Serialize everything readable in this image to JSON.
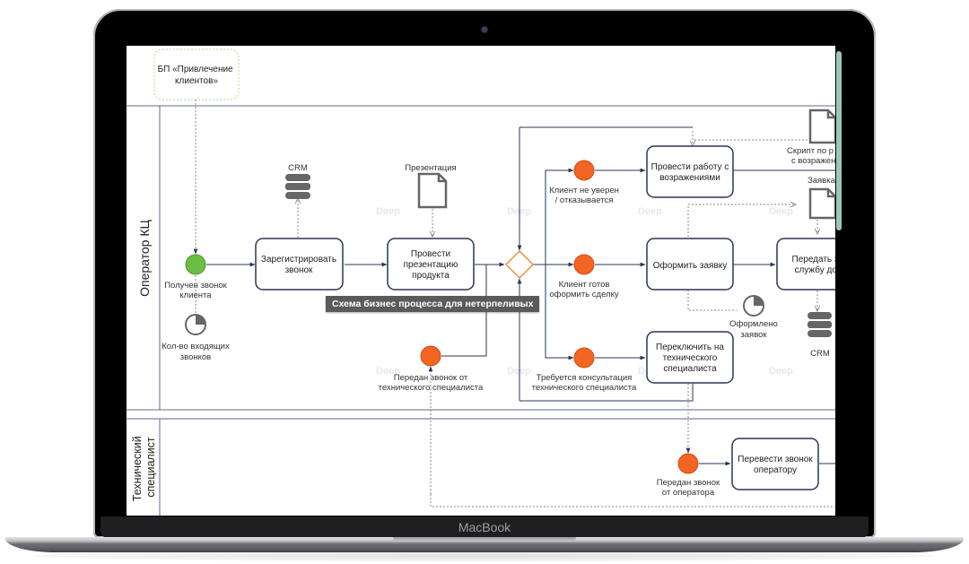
{
  "device": {
    "brand_label": "MacBook"
  },
  "tooltip": {
    "text": "Схема бизнес процесса для нетерпеливых"
  },
  "colors": {
    "lane_line": "#5d6a8c",
    "task_border": "#2b3558",
    "event_orange": "#f26522",
    "event_green": "#6cbd45",
    "gateway_orange": "#e8923a",
    "artifact_gray": "#666666",
    "scrollbar": "#9ec5b9"
  },
  "pool": {
    "external_process": "БП «Привлечение клиентов»",
    "external_process_lines": [
      "БП «Привлечение",
      "клиентов»"
    ],
    "lanes": [
      {
        "label": "Оператор КЦ",
        "lines": [
          "Оператор КЦ"
        ]
      },
      {
        "label": "Технический специалист",
        "lines": [
          "Технический",
          "специалист"
        ]
      }
    ]
  },
  "events": [
    {
      "id": "start",
      "type": "start",
      "lines": [
        "Получен звонок",
        "клиента"
      ]
    },
    {
      "id": "not_sure",
      "type": "intermediate",
      "lines": [
        "Клиент не уверен",
        "/ отказывается"
      ]
    },
    {
      "id": "ready",
      "type": "intermediate",
      "lines": [
        "Клиент готов",
        "оформить сделку"
      ]
    },
    {
      "id": "need_consult",
      "type": "intermediate",
      "lines": [
        "Требуется консультация",
        "технического специалиста"
      ]
    },
    {
      "id": "from_tech",
      "type": "intermediate",
      "lines": [
        "Передан звонок от",
        "технического специалиста"
      ]
    },
    {
      "id": "from_operator",
      "type": "intermediate",
      "lines": [
        "Передан звонок",
        "от оператора"
      ]
    }
  ],
  "tasks": [
    {
      "id": "register",
      "lines": [
        "Зарегистрировать",
        "звонок"
      ]
    },
    {
      "id": "present",
      "lines": [
        "Провести",
        "презентацию",
        "продукта"
      ]
    },
    {
      "id": "objections",
      "lines": [
        "Провести работу с",
        "возражениями"
      ]
    },
    {
      "id": "order",
      "lines": [
        "Оформить заявку"
      ]
    },
    {
      "id": "transfer_delivery",
      "lines": [
        "Передать зая",
        "службу дост"
      ]
    },
    {
      "id": "switch_tech",
      "lines": [
        "Переключить на",
        "технического",
        "специалиста"
      ]
    },
    {
      "id": "back_operator",
      "lines": [
        "Перевести звонок",
        "оператору"
      ]
    }
  ],
  "artifacts": [
    {
      "id": "crm1",
      "kind": "database",
      "lines": [
        "CRM"
      ]
    },
    {
      "id": "presentation",
      "kind": "document",
      "lines": [
        "Презентация"
      ]
    },
    {
      "id": "script",
      "kind": "document",
      "lines": [
        "Скрипт по р",
        "с возражен"
      ]
    },
    {
      "id": "request",
      "kind": "document",
      "lines": [
        "Заявка"
      ]
    },
    {
      "id": "crm2",
      "kind": "database",
      "lines": [
        "CRM"
      ]
    },
    {
      "id": "kpi_calls",
      "kind": "kpi",
      "lines": [
        "Кол-во входящих",
        "звонков"
      ]
    },
    {
      "id": "kpi_orders",
      "kind": "kpi",
      "lines": [
        "Оформлено",
        "заявок"
      ]
    }
  ],
  "watermark": "Deep"
}
